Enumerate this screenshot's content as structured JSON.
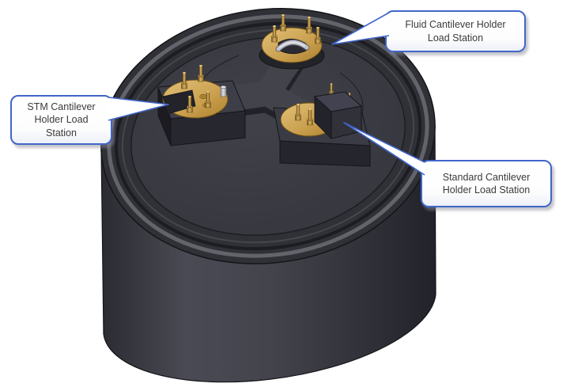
{
  "callouts": {
    "fluid": {
      "line1": "Fluid Cantilever Holder",
      "line2": "Load Station"
    },
    "stm": {
      "line1": "STM Cantilever",
      "line2": "Holder Load",
      "line3": "Station"
    },
    "standard": {
      "line1": "Standard Cantilever",
      "line2": "Holder Load Station"
    }
  },
  "colors": {
    "background": "#ffffff",
    "callout_border": "#4166c9",
    "callout_fill": "#ffffff",
    "callout_text": "#3b3b3b",
    "callout_shadow": "#8c8c99",
    "cylinder_dark": "#3a3a42",
    "cylinder_highlight": "#4a4a54",
    "platform_top": "#43434c",
    "platform_side": "#22222a",
    "gold_plate": "#c99f4e",
    "gold_pin": "#b98a33",
    "silver_clip": "#b9bcc4"
  }
}
